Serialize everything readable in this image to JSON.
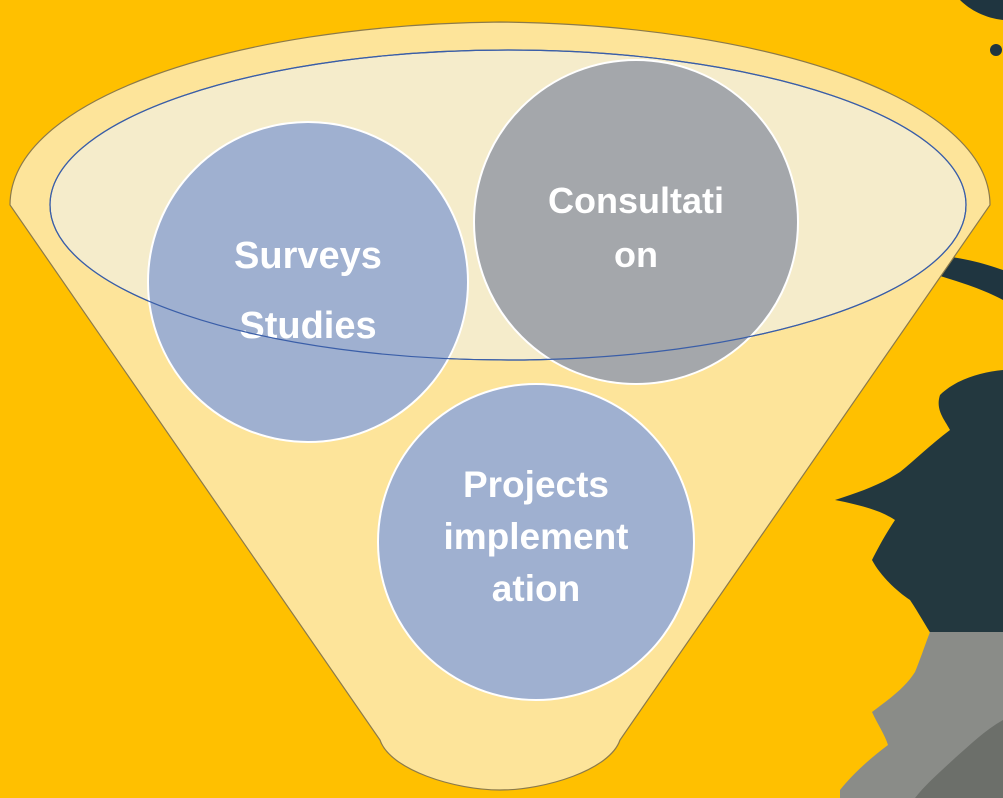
{
  "diagram": {
    "colors": {
      "background": "#ffc000",
      "funnel_fill": "#fde49a",
      "funnel_stroke": "#8c7a4a",
      "rim_fill": "#eef2f4",
      "rim_stroke": "#3a5ea8",
      "circle_blue": "#9fb0d0",
      "circle_gray": "#a4a7ab",
      "dark_decor": "#1f3540",
      "dark_decor_2": "#2a4048",
      "storm_gray": "#8a8c88"
    },
    "circles": [
      {
        "id": "surveys",
        "lines": [
          "Surveys",
          "Studies"
        ]
      },
      {
        "id": "consultation",
        "lines": [
          "Consultati",
          "on"
        ]
      },
      {
        "id": "projects",
        "lines": [
          "Projects",
          "implement",
          "ation"
        ]
      }
    ]
  }
}
